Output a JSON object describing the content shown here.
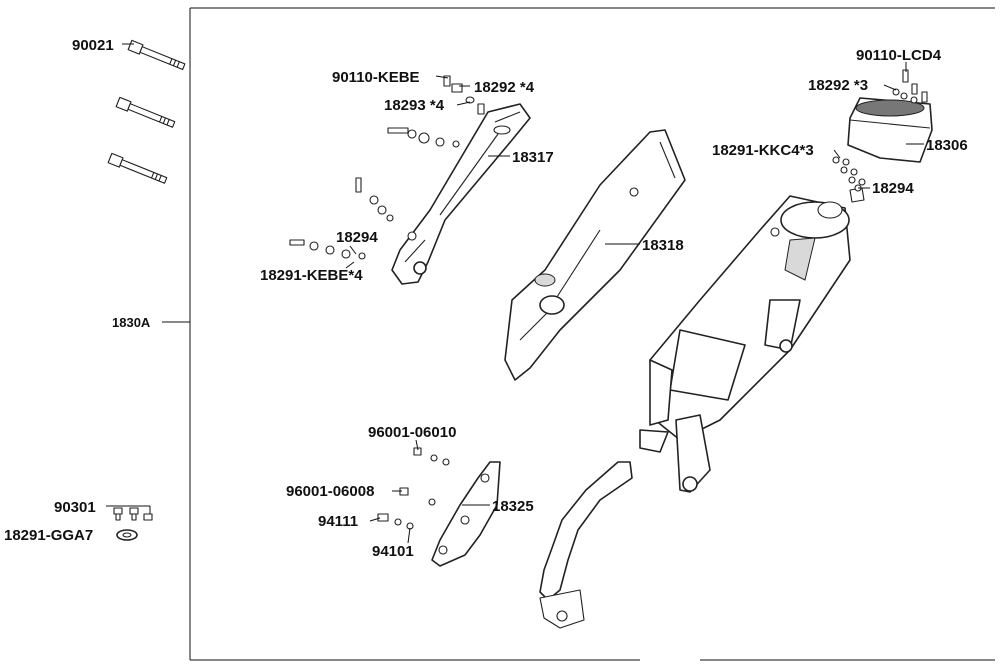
{
  "labels": {
    "p90021": "90021",
    "p1830A": "1830A",
    "p90301": "90301",
    "p18291_GGA7": "18291-GGA7",
    "p90110_KEBE": "90110-KEBE",
    "p18292_4": "18292 *4",
    "p18293_4": "18293 *4",
    "p18317": "18317",
    "p18294_left": "18294",
    "p18291_KEBE_4": "18291-KEBE*4",
    "p18318": "18318",
    "p90110_LCD4": "90110-LCD4",
    "p18292_3": "18292 *3",
    "p18306": "18306",
    "p18291_KKC4_3": "18291-KKC4*3",
    "p18294_right": "18294",
    "p96001_06010": "96001-06010",
    "p96001_06008": "96001-06008",
    "p18325": "18325",
    "p94111": "94111",
    "p94101": "94101"
  }
}
